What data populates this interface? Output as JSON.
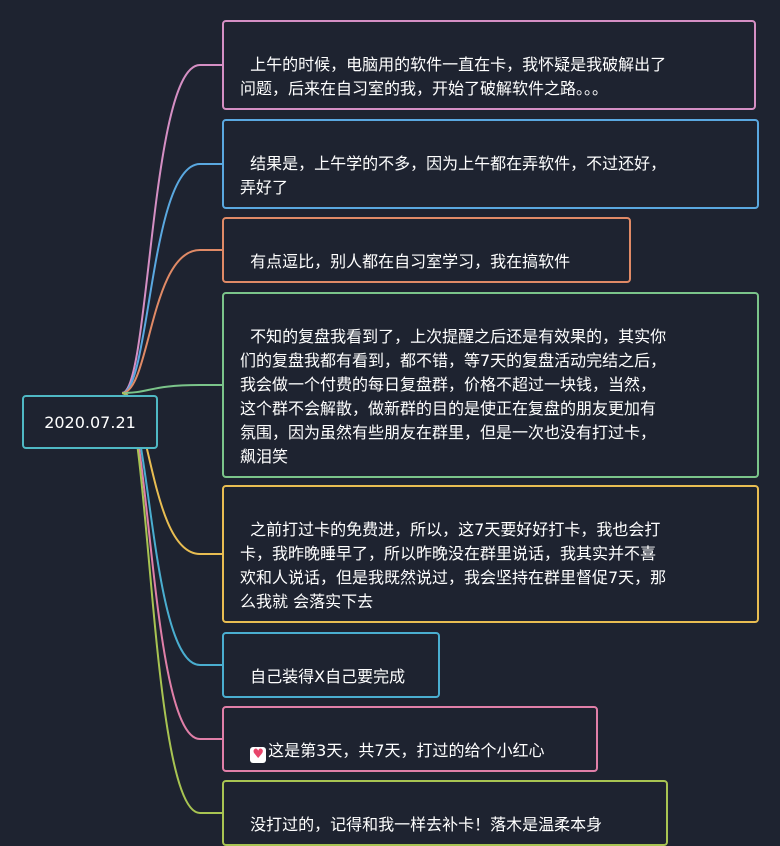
{
  "root": {
    "label": "2020.07.21"
  },
  "nodes": [
    {
      "text": "上午的时候，电脑用的软件一直在卡，我怀疑是我破解出了\n问题，后来在自习室的我，开始了破解软件之路。。。",
      "color": "#d58fc4"
    },
    {
      "text": "结果是，上午学的不多，因为上午都在弄软件，不过还好，\n弄好了",
      "color": "#5aa8e0"
    },
    {
      "text": "有点逗比，别人都在自习室学习，我在搞软件",
      "color": "#e08a66"
    },
    {
      "text": "不知的复盘我看到了，上次提醒之后还是有效果的，其实你\n们的复盘我都有看到，都不错，等7天的复盘活动完结之后，\n我会做一个付费的每日复盘群，价格不超过一块钱，当然，\n这个群不会解散，做新群的目的是使正在复盘的朋友更加有\n氛围，因为虽然有些朋友在群里，但是一次也没有打过卡，\n飙泪笑",
      "color": "#7bc48a"
    },
    {
      "text": "之前打过卡的免费进，所以，这7天要好好打卡，我也会打\n卡，我昨晚睡早了，所以昨晚没在群里说话，我其实并不喜\n欢和人说话，但是我既然说过，我会坚持在群里督促7天，那\n么我就 会落实下去",
      "color": "#e8bd52"
    },
    {
      "text": "自己装得X自己要完成",
      "color": "#4aaed0"
    },
    {
      "text": "这是第3天，共7天，打过的给个小红心",
      "color": "#e07fa8",
      "icon": "heart-icon"
    },
    {
      "text": "没打过的，记得和我一样去补卡！落木是温柔本身",
      "color": "#a8c452"
    }
  ]
}
